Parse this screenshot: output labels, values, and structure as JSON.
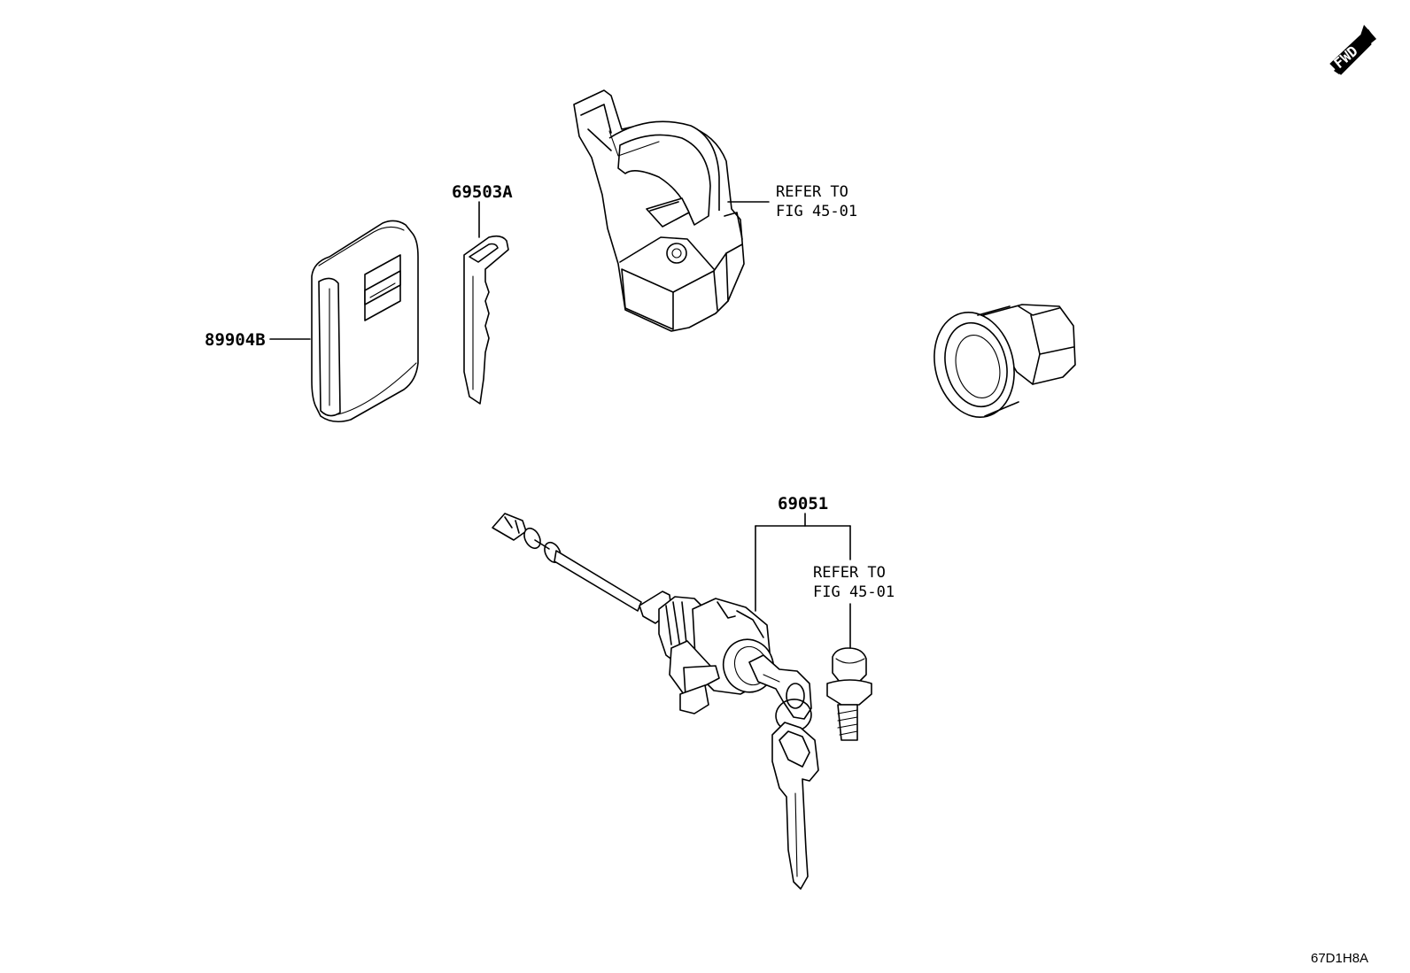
{
  "fwd_badge": {
    "text": "FWD",
    "icon": "fwd-arrow-icon"
  },
  "parts": {
    "smart_key": {
      "code": "89904B"
    },
    "emergency_key": {
      "code": "69503A"
    },
    "ignition_switch_ref": {
      "line1": "REFER TO",
      "line2": "FIG 45-01"
    },
    "door_lock_cylinder": {
      "code": "69051"
    },
    "door_lock_bolt_ref": {
      "line1": "REFER TO",
      "line2": "FIG 45-01"
    }
  },
  "illustration_code": "67D1H8A"
}
